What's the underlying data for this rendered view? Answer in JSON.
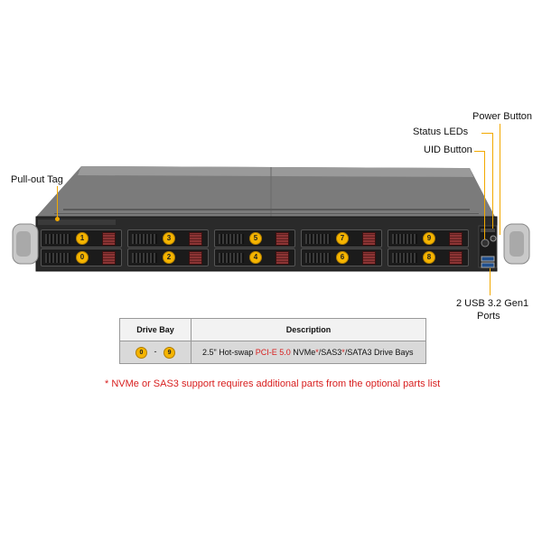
{
  "callouts": {
    "pull_out_tag": "Pull-out Tag",
    "status_leds": "Status LEDs",
    "power_button": "Power Button",
    "uid_button": "UID Button",
    "usb_ports_line1": "2 USB 3.2 Gen1",
    "usb_ports_line2": "Ports"
  },
  "bays": {
    "top_row": [
      "1",
      "3",
      "5",
      "7",
      "9"
    ],
    "bottom_row": [
      "0",
      "2",
      "4",
      "6",
      "8"
    ]
  },
  "table": {
    "header_bay": "Drive Bay",
    "header_description": "Description",
    "range_start": "0",
    "range_sep": "-",
    "range_end": "9",
    "desc_prefix": "2.5\" Hot-swap ",
    "desc_pcie": "PCI-E 5.0",
    "desc_middle": " NVMe",
    "desc_star1": "*",
    "desc_sas": "/SAS3",
    "desc_star2": "*",
    "desc_suffix": "/SATA3 Drive Bays"
  },
  "footnote": "* NVMe or SAS3 support requires additional parts from the optional parts list",
  "colors": {
    "accent_orange": "#f2a900",
    "badge_yellow": "#f5b400",
    "note_red": "#d81e1e"
  }
}
